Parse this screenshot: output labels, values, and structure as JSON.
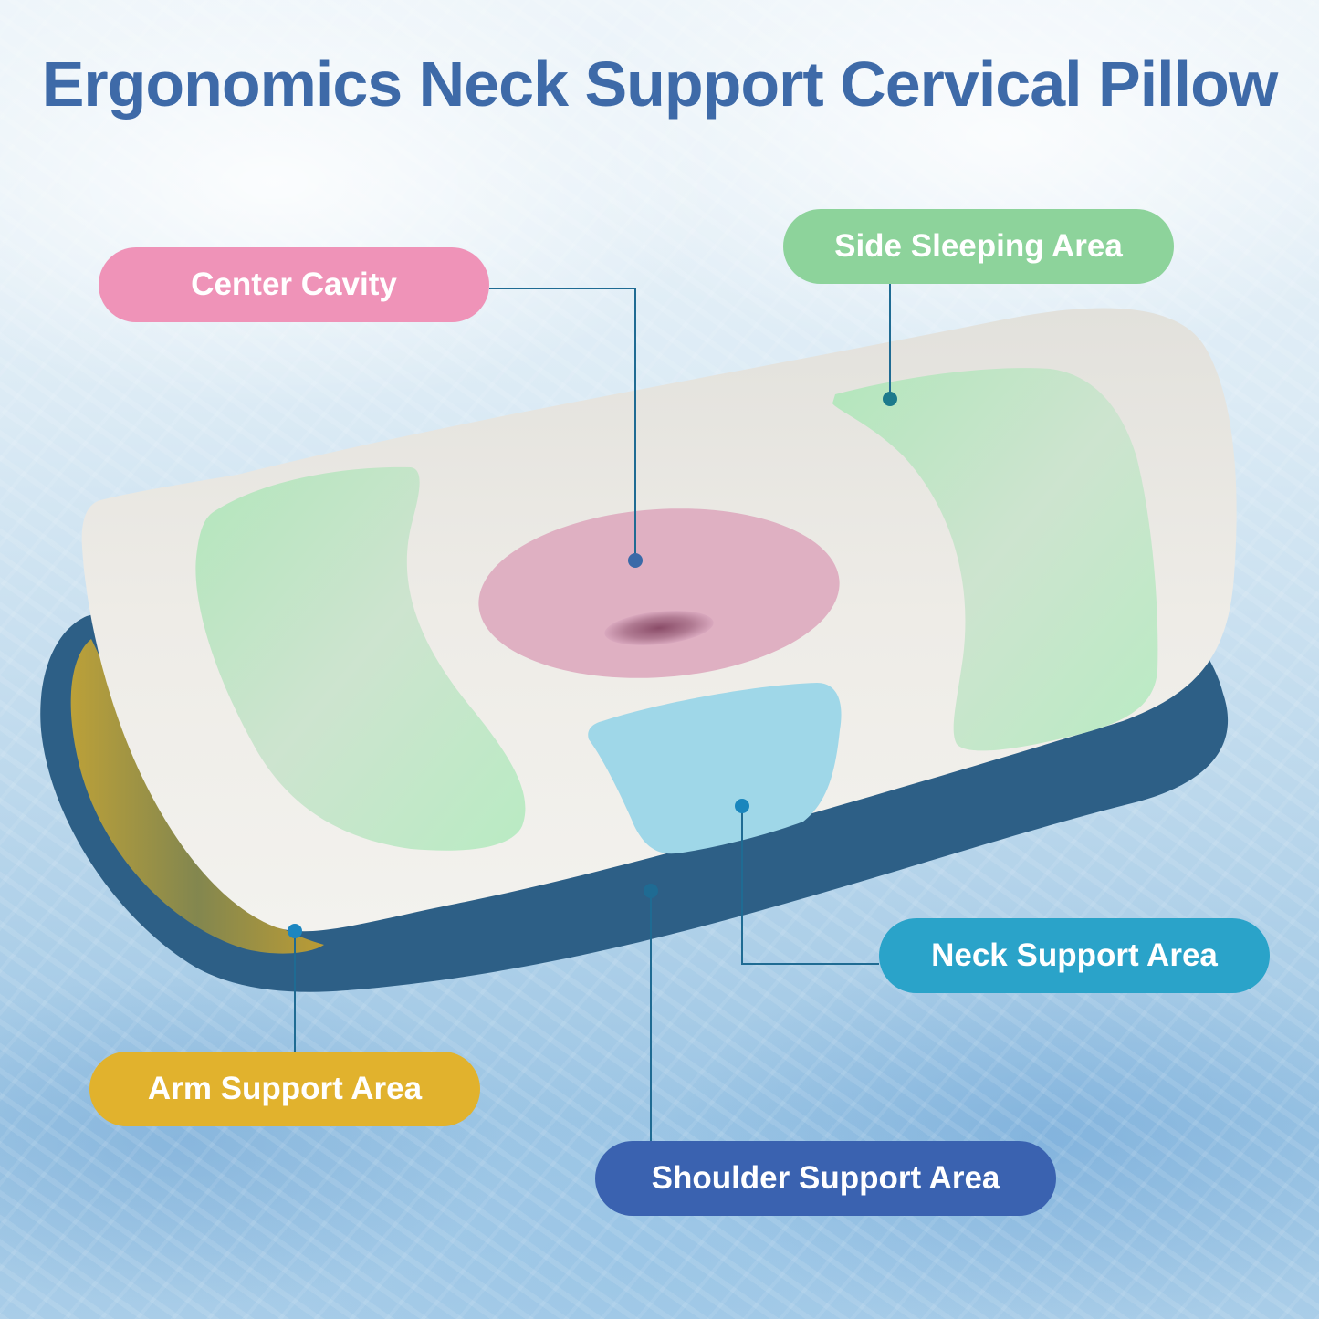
{
  "title": "Ergonomics Neck Support Cervical Pillow",
  "labels": {
    "center_cavity": "Center Cavity",
    "side_sleeping": "Side Sleeping Area",
    "neck_support": "Neck Support Area",
    "arm_support": "Arm Support Area",
    "shoulder_support": "Shoulder Support Area"
  },
  "colors": {
    "title": "#3e6aa8",
    "center_cavity": "#ef93b8",
    "side_sleeping": "#8dd39b",
    "neck_support": "#2aa3c9",
    "arm_support": "#e1b22d",
    "shoulder_support": "#3a62b0",
    "pillow_base": "#2d5f86",
    "pillow_top": "#eceae4",
    "leader_line": "#1f6b93"
  },
  "icons": {
    "zone_marker": "dot-marker-icon"
  }
}
